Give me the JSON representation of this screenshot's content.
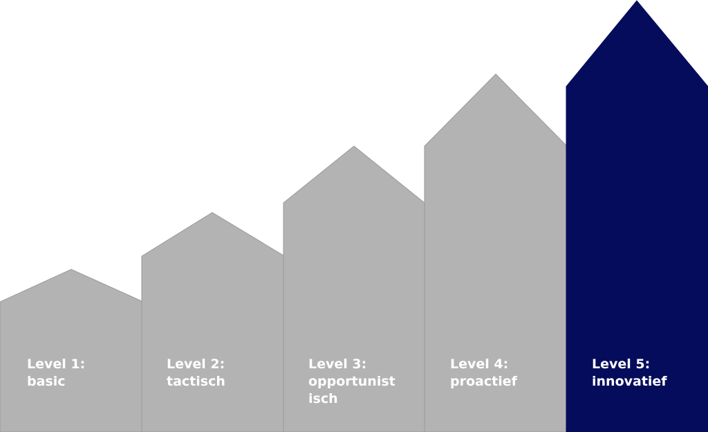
{
  "levels": [
    {
      "label": "Level 1:\nbasic",
      "highlight": false
    },
    {
      "label": "Level 2:\ntactisch",
      "highlight": false
    },
    {
      "label": "Level 3:\nopportunist\nisch",
      "highlight": false
    },
    {
      "label": "Level 4:\nproactief",
      "highlight": false
    },
    {
      "label": "Level 5:\ninnovatief",
      "highlight": true
    }
  ],
  "colors": {
    "inactive_fill": "#b3b3b3",
    "inactive_stroke": "#999999",
    "active_fill": "#060c5c",
    "label_text": "#ffffff"
  }
}
